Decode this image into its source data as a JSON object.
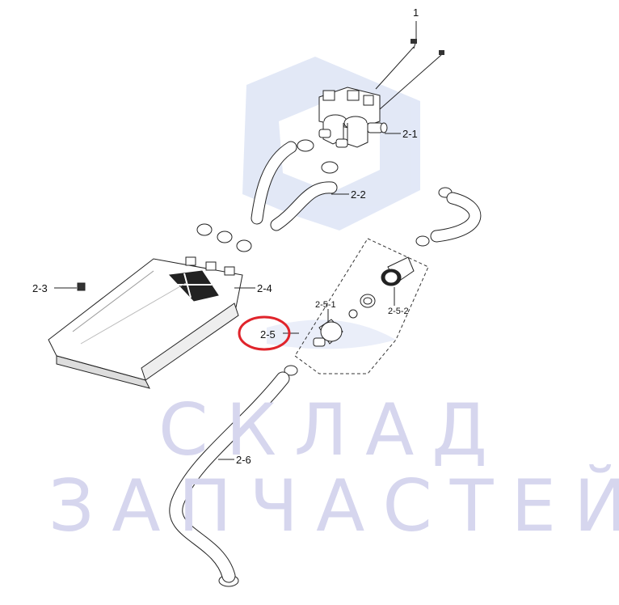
{
  "diagram": {
    "callouts": {
      "c1": "1",
      "c2_1": "2-1",
      "c2_2": "2-2",
      "c2_3": "2-3",
      "c2_4": "2-4",
      "c2_5": "2-5",
      "c2_5_1": "2-5-1",
      "c2_5_2": "2-5-2",
      "c2_6": "2-6"
    },
    "highlight": {
      "target": "2-5",
      "color": "#e0242b"
    }
  },
  "watermark": {
    "line1": "СКЛАД",
    "line2": "ЗАПЧАСТЕЙ",
    "color": "#d6d6ee",
    "logo_color": "#dfe6f6"
  }
}
